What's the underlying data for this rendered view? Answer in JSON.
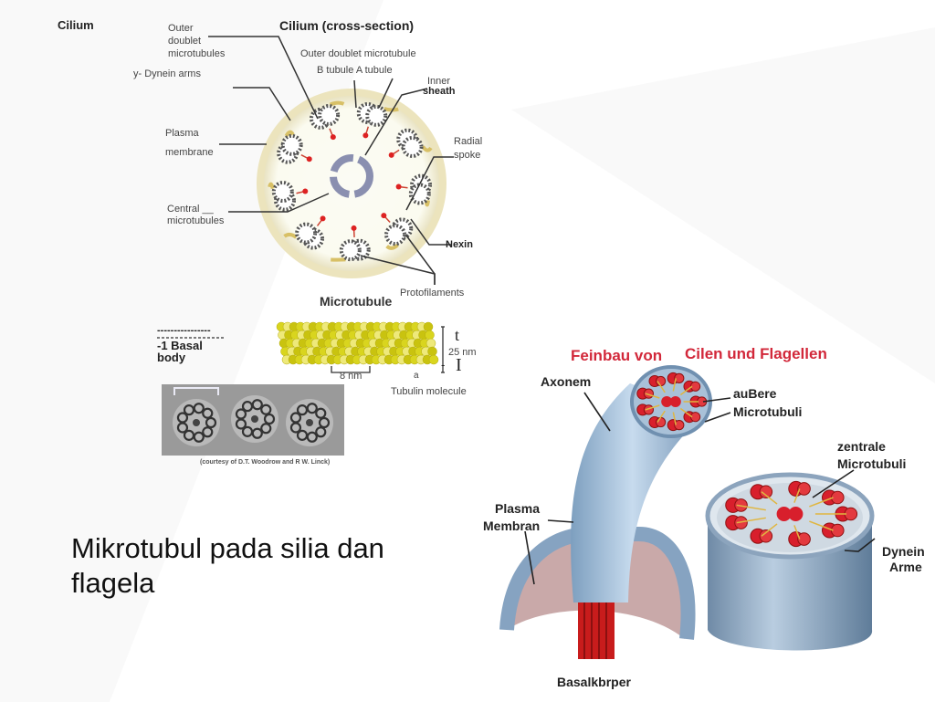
{
  "slide": {
    "title": "Mikrotubul pada silia dan flagela"
  },
  "left": {
    "cilium": "Cilium",
    "cross_section": "Cilium (cross-section)",
    "outer_doublet_lines": [
      "Outer",
      "doublet",
      "microtubules"
    ],
    "outer_doublet_microtubule": "Outer doublet microtubule",
    "b_a_tubule": "B tubule A tubule",
    "dynein_arms": "y- Dynein arms",
    "inner": "Inner",
    "sheath": "sheath",
    "plasma": "Plasma",
    "membrane": "membrane",
    "radial": "Radial",
    "spoke": "spoke",
    "central_lines": [
      "Central __",
      "microtubules"
    ],
    "nexin": "Nexin",
    "microtubule": "Microtubule",
    "protofilaments": "Protofilaments",
    "basal_dashes": "----------------",
    "basal_line1": "-1 Basal",
    "basal_line2": "body",
    "t_glyph": "t",
    "nm25": "25 nm",
    "i_glyph": "I",
    "dash_glyph": "-",
    "nm8": "8 nm",
    "a_glyph": "a",
    "tubulin": "Tubulin molecule",
    "courtesy": "(courtesy of D.T. Woodrow and R W. Linck)"
  },
  "right": {
    "feinbau_von": "Feinbau von",
    "cilen_flagellen": "Cilen  und Flagellen",
    "axonem": "Axonem",
    "aubere": "auBere",
    "microtubuli1": "Microtubuli",
    "zentrale": "zentrale",
    "microtubuli2": "Microtubuli",
    "plasma": "Plasma",
    "membran": "Membran",
    "dynein": "Dynein",
    "arme": "Arme",
    "basalkorper": "Basalkbrper"
  }
}
